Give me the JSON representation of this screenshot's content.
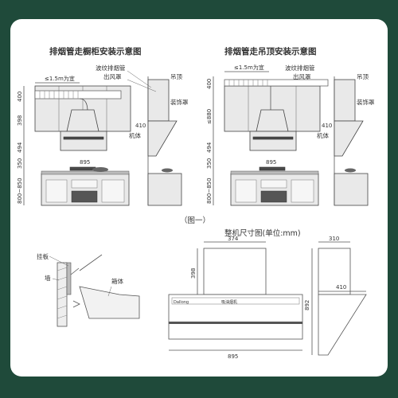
{
  "titles": {
    "left": "排烟管走橱柜安装示意图",
    "right": "排烟管走吊顶安装示意图",
    "figure": "（图一）",
    "size": "整机尺寸图(单位:mm)"
  },
  "left_diagram": {
    "duct_note": "≤1.5m为宜",
    "label_duct": "波纹排烟管",
    "label_outlet": "出风罩",
    "label_ceiling": "吊顶",
    "label_cover": "装饰罩",
    "label_body": "机体",
    "dims": {
      "d400": "400",
      "d398": "398",
      "d494": "494",
      "d350": "350",
      "d800": "800~850",
      "d895": "895",
      "d410": "410"
    }
  },
  "right_diagram": {
    "duct_note": "≤1.5m为宜",
    "label_duct": "波纹排烟管",
    "label_outlet": "出风罩",
    "label_ceiling": "吊顶",
    "label_cover": "装饰罩",
    "label_body": "机体",
    "dims": {
      "d400": "400",
      "d880": "≤880",
      "d494": "494",
      "d350": "350",
      "d800": "800~850",
      "d895": "895",
      "d410": "410"
    }
  },
  "wall_diagram": {
    "label_board": "挂板",
    "label_wall": "墙",
    "label_box": "箱体"
  },
  "size_diagram": {
    "d374": "374",
    "d398": "398",
    "d895": "895",
    "d310": "310",
    "d410": "410",
    "d892": "892",
    "brand": "Dallong",
    "panel": "吸油烟机"
  }
}
